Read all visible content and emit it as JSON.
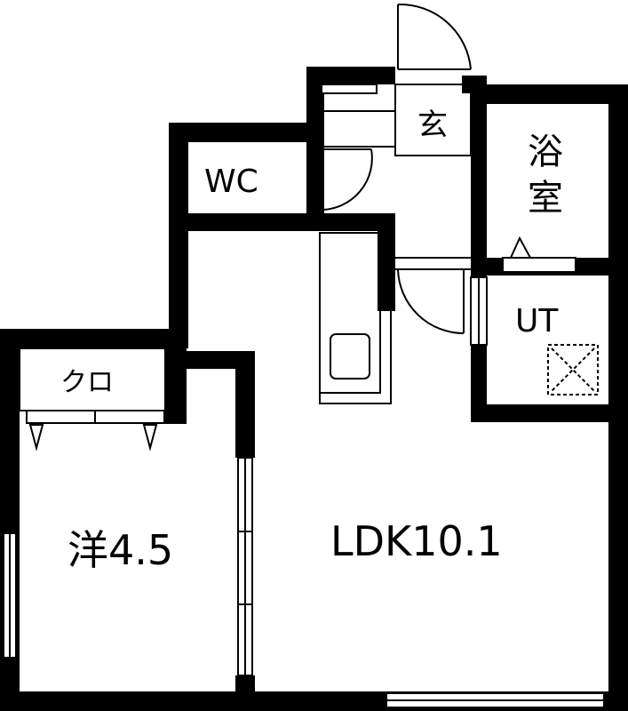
{
  "floor_plan": {
    "rooms": {
      "ldk": {
        "label": "LDK10.1"
      },
      "western_room": {
        "label": "洋4.5"
      },
      "bathroom": {
        "label_line1": "浴",
        "label_line2": "室"
      },
      "toilet": {
        "label": "WC"
      },
      "utility": {
        "label": "UT"
      },
      "entrance": {
        "label": "玄"
      },
      "closet": {
        "label": "クロ"
      }
    },
    "colors": {
      "wall": "#000000",
      "background": "#ffffff"
    }
  }
}
